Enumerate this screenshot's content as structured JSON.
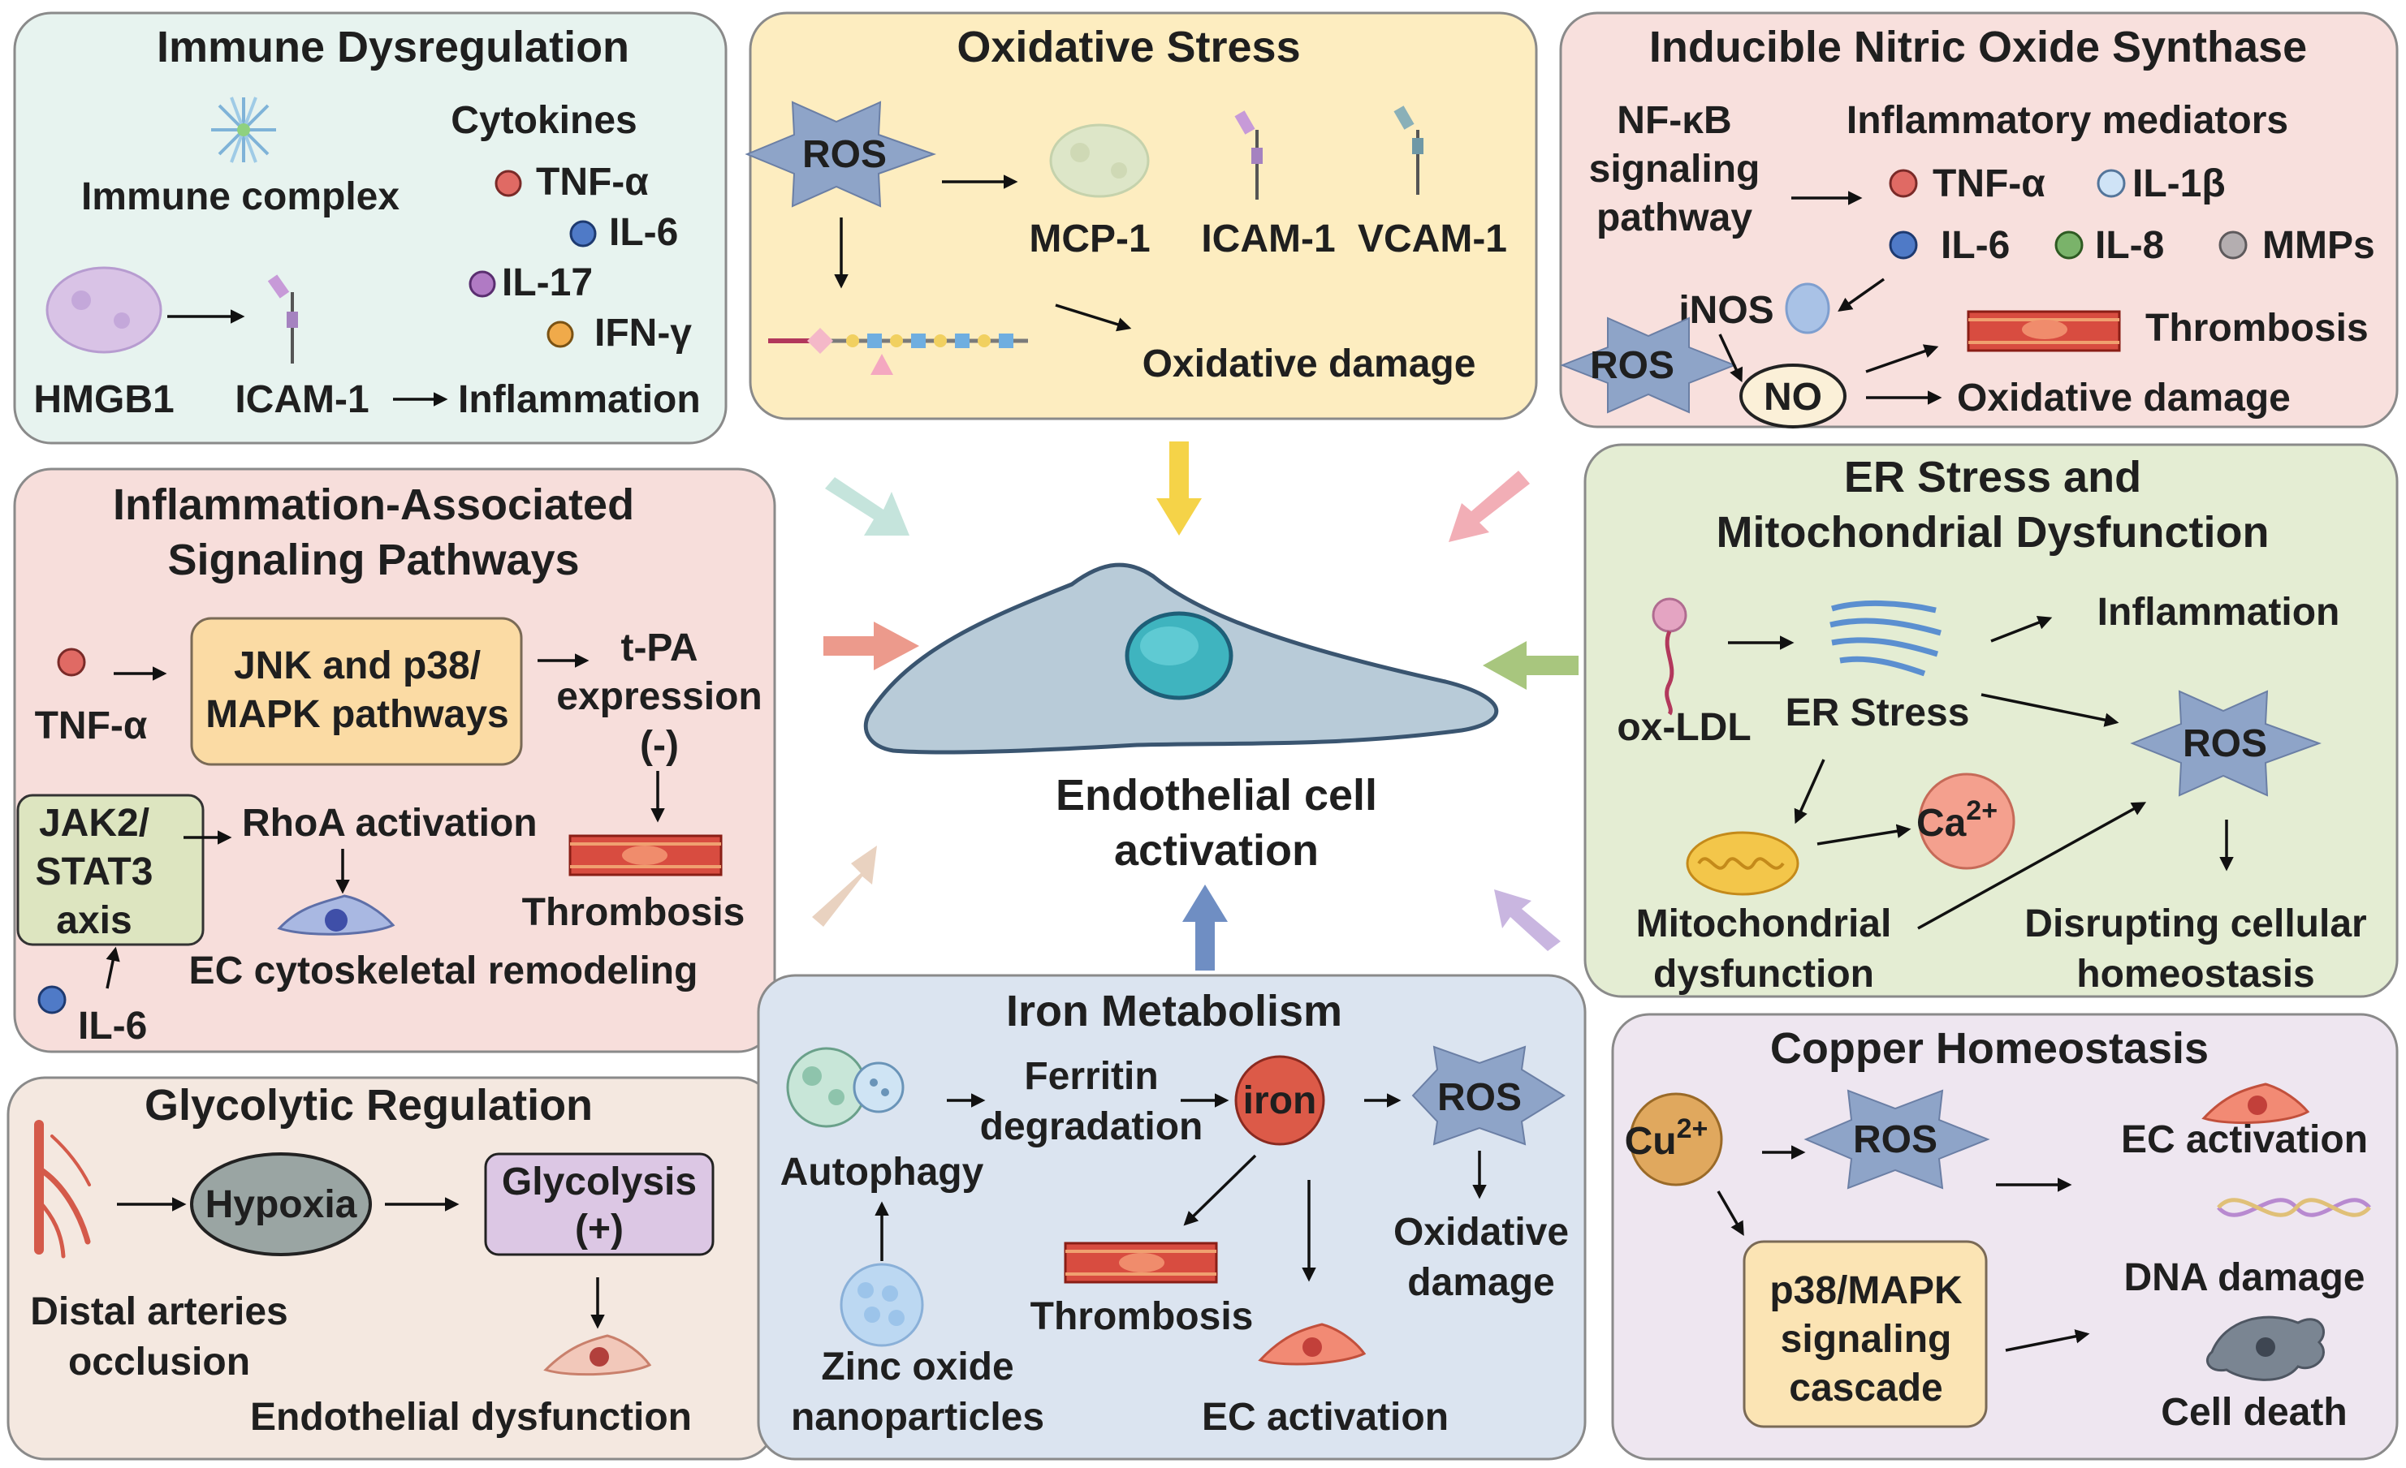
{
  "center": {
    "label_line1": "Endothelial cell",
    "label_line2": "activation"
  },
  "immune": {
    "title": "Immune Dysregulation",
    "immune_complex": "Immune complex",
    "cytokines": "Cytokines",
    "tnf": "TNF-α",
    "il6": "IL-6",
    "il17": "IL-17",
    "ifn": "IFN-γ",
    "hmgb1": "HMGB1",
    "icam1": "ICAM-1",
    "inflammation": "Inflammation"
  },
  "oxidative": {
    "title": "Oxidative Stress",
    "ros": "ROS",
    "mcp1": "MCP-1",
    "icam1": "ICAM-1",
    "vcam1": "VCAM-1",
    "damage": "Oxidative damage"
  },
  "inos": {
    "title": "Inducible Nitric Oxide Synthase",
    "nfkb_1": "NF-κB",
    "nfkb_2": "signaling",
    "nfkb_3": "pathway",
    "mediators": "Inflammatory mediators",
    "tnf": "TNF-α",
    "il1b": "IL-1β",
    "il6": "IL-6",
    "il8": "IL-8",
    "mmps": "MMPs",
    "inos": "iNOS",
    "ros": "ROS",
    "no": "NO",
    "thrombosis": "Thrombosis",
    "damage": "Oxidative damage"
  },
  "inflam_sig": {
    "title_1": "Inflammation-Associated",
    "title_2": "Signaling Pathways",
    "tnf": "TNF-α",
    "jnk_1": "JNK and p38/",
    "jnk_2": "MAPK pathways",
    "tpa_1": "t-PA",
    "tpa_2": "expression",
    "tpa_3": "(-)",
    "jak_1": "JAK2/",
    "jak_2": "STAT3",
    "jak_3": "axis",
    "rhoa": "RhoA activation",
    "thrombosis": "Thrombosis",
    "ec_remodel": "EC cytoskeletal remodeling",
    "il6": "IL-6"
  },
  "er": {
    "title_1": "ER Stress and",
    "title_2": "Mitochondrial Dysfunction",
    "oxldl": "ox-LDL",
    "er_stress": "ER Stress",
    "inflammation": "Inflammation",
    "ros": "ROS",
    "ca": "Ca",
    "ca_sup": "2+",
    "mito_1": "Mitochondrial",
    "mito_2": "dysfunction",
    "disrupt_1": "Disrupting cellular",
    "disrupt_2": "homeostasis"
  },
  "glyco": {
    "title": "Glycolytic Regulation",
    "hypoxia": "Hypoxia",
    "glyco_1": "Glycolysis",
    "glyco_2": "(+)",
    "distal_1": "Distal arteries",
    "distal_2": "occlusion",
    "dysfunction": "Endothelial dysfunction"
  },
  "iron": {
    "title": "Iron Metabolism",
    "autophagy": "Autophagy",
    "ferritin_1": "Ferritin",
    "ferritin_2": "degradation",
    "iron": "iron",
    "ros": "ROS",
    "damage_1": "Oxidative",
    "damage_2": "damage",
    "thrombosis": "Thrombosis",
    "zinc_1": "Zinc oxide",
    "zinc_2": "nanoparticles",
    "ec_activation": "EC activation"
  },
  "copper": {
    "title": "Copper Homeostasis",
    "cu": "Cu",
    "cu_sup": "2+",
    "ros": "ROS",
    "ec_activation": "EC activation",
    "p38_1": "p38/MAPK",
    "p38_2": "signaling",
    "p38_3": "cascade",
    "dna": "DNA damage",
    "death": "Cell death"
  },
  "colors": {
    "immune_bg": "#e7f3ef",
    "oxidative_bg": "#fdedc0",
    "inos_bg": "#f8e0dd",
    "inflam_bg": "#f7dedb",
    "er_bg": "#e4edd3",
    "glyco_bg": "#f4e8e0",
    "iron_bg": "#dbe4f0",
    "copper_bg": "#eee6f0",
    "ros_star": "#8ea4c8",
    "cell": "#b8cbd8",
    "nucleus": "#3fb4bf"
  }
}
